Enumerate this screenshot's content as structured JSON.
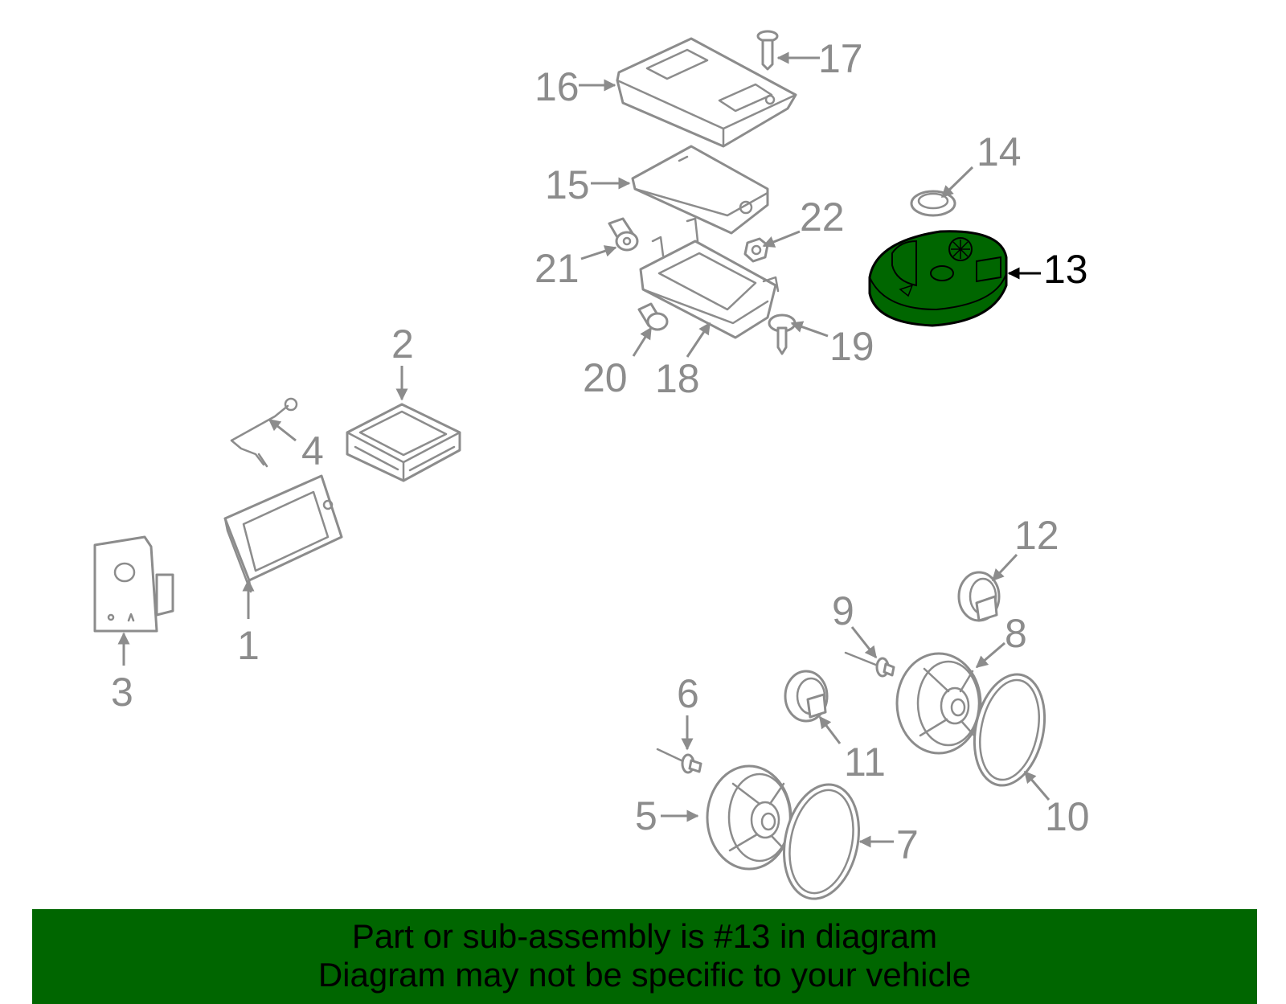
{
  "colors": {
    "highlight": "#006600",
    "line_art": "#8c8c8c",
    "banner_bg": "#006600"
  },
  "callouts": {
    "n1": "1",
    "n2": "2",
    "n3": "3",
    "n4": "4",
    "n5": "5",
    "n6": "6",
    "n7": "7",
    "n8": "8",
    "n9": "9",
    "n10": "10",
    "n11": "11",
    "n12": "12",
    "n13": "13",
    "n14": "14",
    "n15": "15",
    "n16": "16",
    "n17": "17",
    "n18": "18",
    "n19": "19",
    "n20": "20",
    "n21": "21",
    "n22": "22"
  },
  "highlighted_part": "13",
  "banner": {
    "line1": "Part or sub-assembly is #13 in diagram",
    "line2": "Diagram may not be specific to your vehicle"
  }
}
